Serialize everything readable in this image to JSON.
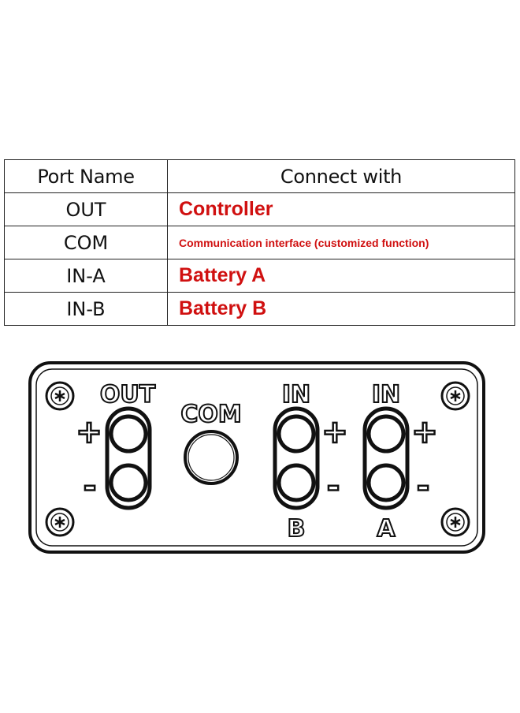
{
  "table": {
    "headers": [
      "Port Name",
      "Connect with"
    ],
    "rows": [
      {
        "port": "OUT",
        "connect": "Controller",
        "size": "big"
      },
      {
        "port": "COM",
        "connect": "Communication interface (customized function)",
        "size": "small"
      },
      {
        "port": "IN-A",
        "connect": "Battery A",
        "size": "big"
      },
      {
        "port": "IN-B",
        "connect": "Battery B",
        "size": "big"
      }
    ],
    "connect_color": "#d01010"
  },
  "panel": {
    "out_label": "OUT",
    "com_label": "COM",
    "in_b_top": "IN",
    "in_b_bottom": "B",
    "in_a_top": "IN",
    "in_a_bottom": "A",
    "plus": "+",
    "minus": "-"
  }
}
